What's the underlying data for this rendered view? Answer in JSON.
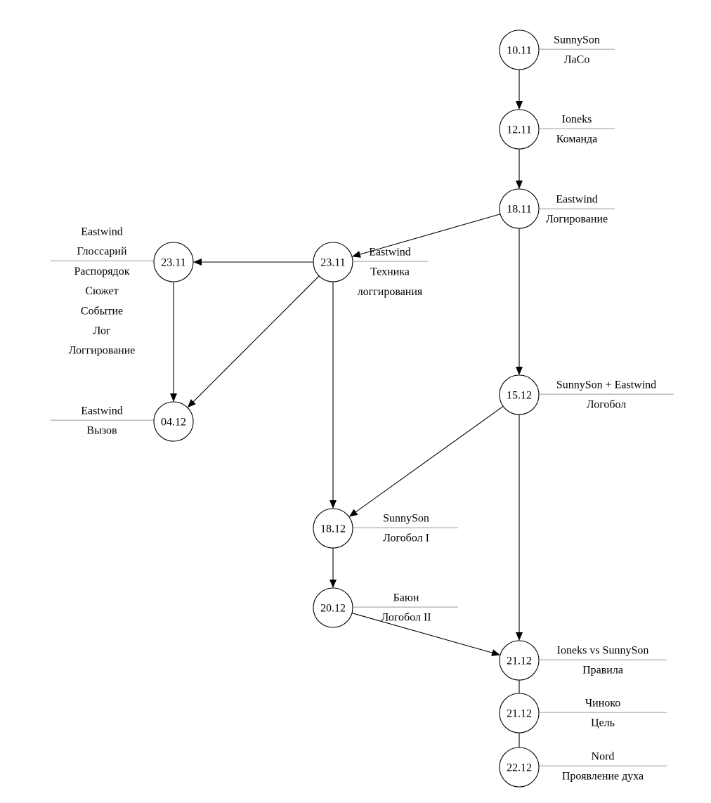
{
  "nodes": [
    {
      "id": "n1",
      "date": "10.11",
      "labels": [
        "SunnySon",
        "ЛаСо"
      ]
    },
    {
      "id": "n2",
      "date": "12.11",
      "labels": [
        "Ioneks",
        "Команда"
      ]
    },
    {
      "id": "n3",
      "date": "18.11",
      "labels": [
        "Eastwind",
        "Логирование"
      ]
    },
    {
      "id": "n4",
      "date": "23.11",
      "labels": [
        "Eastwind",
        "Техника",
        "логгирования"
      ]
    },
    {
      "id": "n5",
      "date": "23.11",
      "labels": [
        "Eastwind",
        "Глоссарий",
        "Распорядок",
        "Сюжет",
        "Событие",
        "Лог",
        "Логгирование"
      ]
    },
    {
      "id": "n6",
      "date": "04.12",
      "labels": [
        "Eastwind",
        "Вызов"
      ]
    },
    {
      "id": "n7",
      "date": "15.12",
      "labels": [
        "SunnySon + Eastwind",
        "Логобол"
      ]
    },
    {
      "id": "n8",
      "date": "18.12",
      "labels": [
        "SunnySon",
        "Логобол I"
      ]
    },
    {
      "id": "n9",
      "date": "20.12",
      "labels": [
        "Баюн",
        "Логобол II"
      ]
    },
    {
      "id": "n10",
      "date": "21.12",
      "labels": [
        "Ioneks vs SunnySon",
        "Правила"
      ]
    },
    {
      "id": "n11",
      "date": "21.12",
      "labels": [
        "Чиноко",
        "Цель"
      ]
    },
    {
      "id": "n12",
      "date": "22.12",
      "labels": [
        "Nord",
        "Проявление духа"
      ]
    }
  ],
  "edges": [
    {
      "from": "n1",
      "to": "n2",
      "arrow": true
    },
    {
      "from": "n2",
      "to": "n3",
      "arrow": true
    },
    {
      "from": "n3",
      "to": "n4",
      "arrow": true
    },
    {
      "from": "n3",
      "to": "n7",
      "arrow": true
    },
    {
      "from": "n4",
      "to": "n5",
      "arrow": true
    },
    {
      "from": "n4",
      "to": "n6",
      "arrow": true
    },
    {
      "from": "n4",
      "to": "n8",
      "arrow": true
    },
    {
      "from": "n5",
      "to": "n6",
      "arrow": true
    },
    {
      "from": "n7",
      "to": "n8",
      "arrow": true
    },
    {
      "from": "n7",
      "to": "n10",
      "arrow": true
    },
    {
      "from": "n8",
      "to": "n9",
      "arrow": true
    },
    {
      "from": "n9",
      "to": "n10",
      "arrow": true
    },
    {
      "from": "n10",
      "to": "n11",
      "arrow": false
    },
    {
      "from": "n11",
      "to": "n12",
      "arrow": false
    }
  ]
}
